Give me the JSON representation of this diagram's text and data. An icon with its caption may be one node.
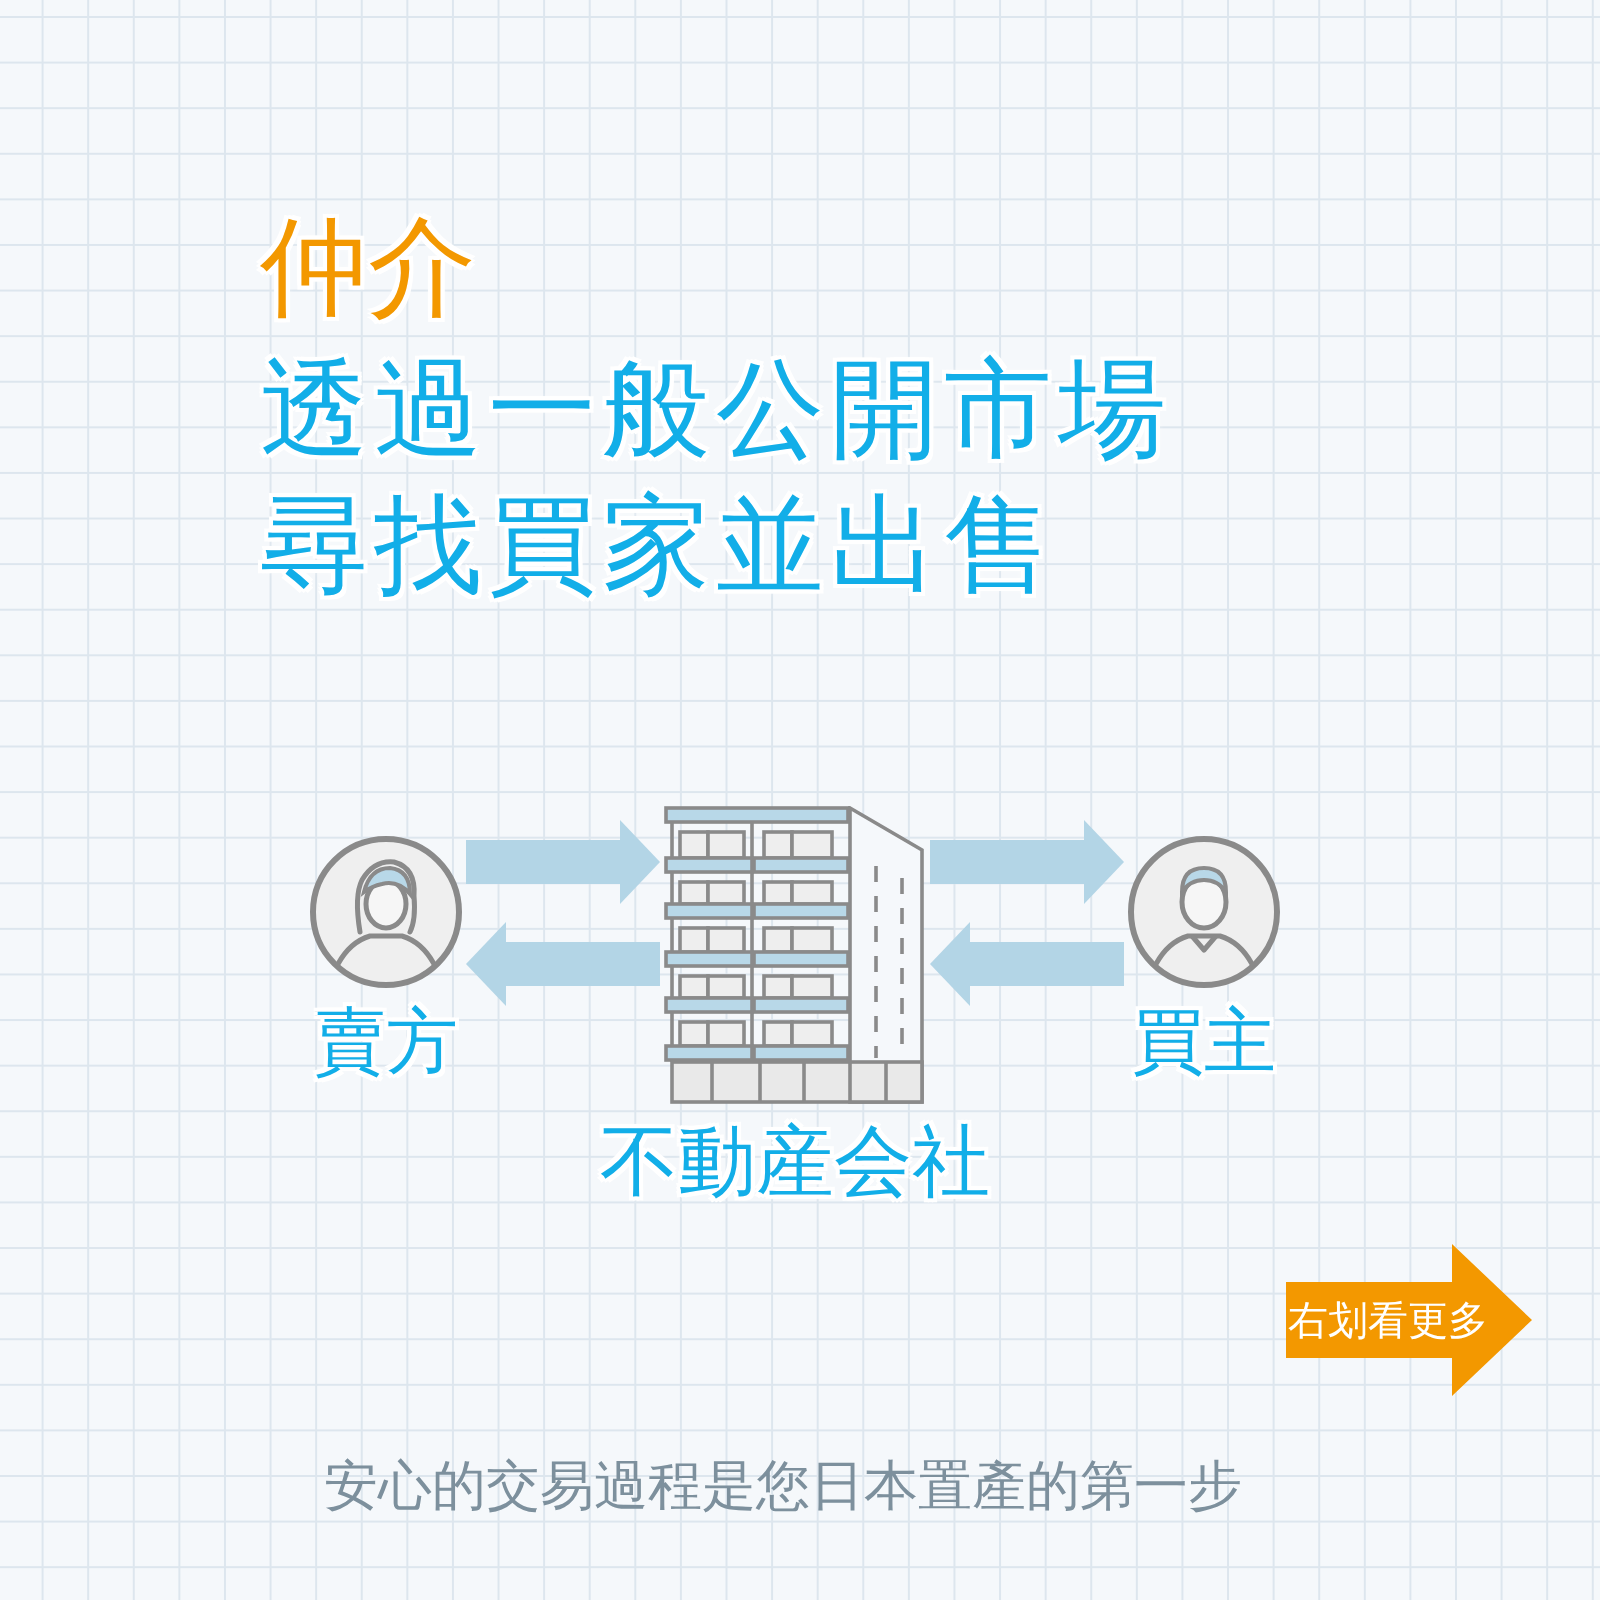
{
  "diagram": {
    "title": "仲介",
    "nodes": [
      {
        "text": [
          "賣方"
        ]
      },
      {
        "text": [
          "不動産会社"
        ]
      },
      {
        "text": [
          "買主"
        ]
      },
      {
        "text": [
          "右划看更多"
        ]
      }
    ],
    "edges": [
      {
        "from": 0,
        "to": 1,
        "arrow": "to"
      },
      {
        "from": 1,
        "to": 0,
        "arrow": "to"
      },
      {
        "from": 1,
        "to": 2,
        "arrow": "to"
      },
      {
        "from": 2,
        "to": 1,
        "arrow": "to"
      }
    ],
    "labels": [
      "透過一般公開市場尋找買家並出售"
    ],
    "caption": "安心的交易過程是您日本置產的第一步"
  }
}
